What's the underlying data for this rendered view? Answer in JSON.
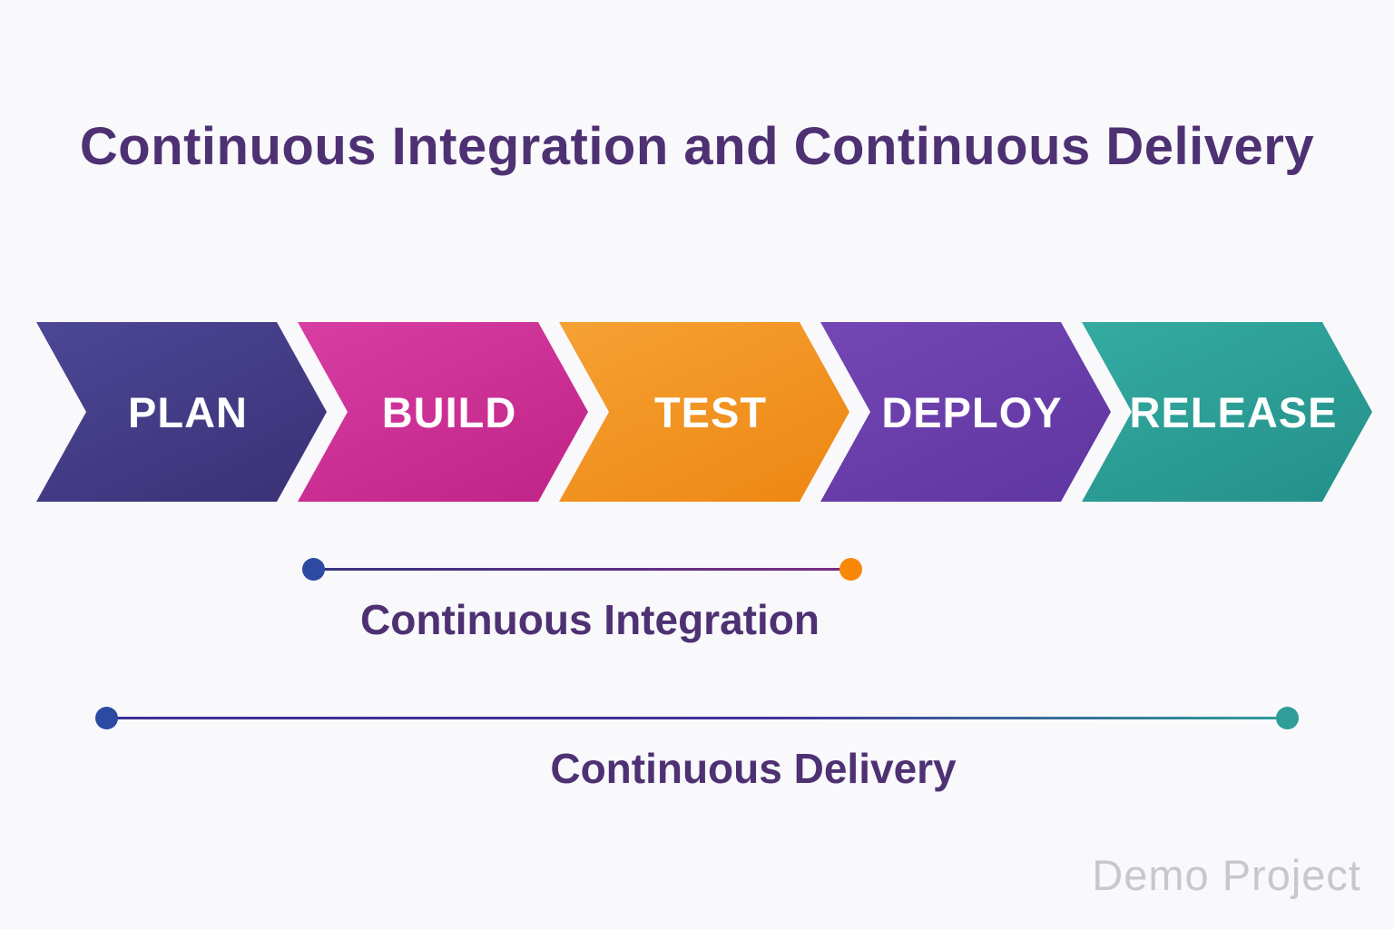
{
  "title": "Continuous Integration and Continuous Delivery",
  "colors": {
    "background": "#f9f8fb",
    "heading_text": "#4e3173",
    "watermark_text": "#c8c7cd",
    "ci_line_start": "#37337f",
    "ci_line_end": "#7b2c86",
    "cd_line_start": "#3b3193",
    "cd_line_end": "#2f9e99"
  },
  "pipeline": {
    "stages": [
      {
        "label": "PLAN",
        "color_start": "#4c4796",
        "color_end": "#3a3175"
      },
      {
        "label": "BUILD",
        "color_start": "#d83da4",
        "color_end": "#bf2386"
      },
      {
        "label": "TEST",
        "color_start": "#f5a133",
        "color_end": "#ee8612"
      },
      {
        "label": "DEPLOY",
        "color_start": "#7447b4",
        "color_end": "#5f35a0"
      },
      {
        "label": "RELEASE",
        "color_start": "#34aba2",
        "color_end": "#239089"
      }
    ]
  },
  "spans": {
    "integration": {
      "label": "Continuous Integration",
      "start_dot_color": "#2c4aa2",
      "end_dot_color": "#f98708"
    },
    "delivery": {
      "label": "Continuous Delivery",
      "start_dot_color": "#2c4aa2",
      "end_dot_color": "#2f9e99"
    }
  },
  "watermark": "Demo Project"
}
